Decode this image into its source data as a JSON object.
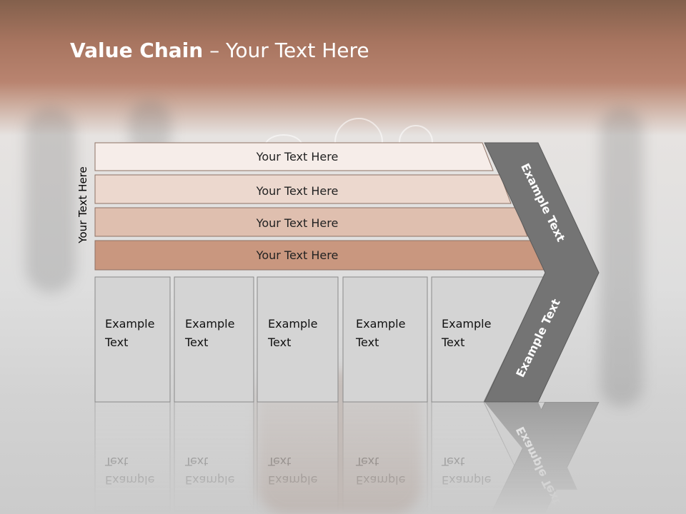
{
  "title": {
    "bold": "Value Chain",
    "light": " – Your Text Here"
  },
  "side_label": "Your Text Here",
  "bars": [
    "Your Text Here",
    "Your Text Here",
    "Your Text Here",
    "Your Text Here"
  ],
  "columns": [
    {
      "line1": "Example",
      "line2": "Text"
    },
    {
      "line1": "Example",
      "line2": "Text"
    },
    {
      "line1": "Example",
      "line2": "Text"
    },
    {
      "line1": "Example",
      "line2": "Text"
    },
    {
      "line1": "Example",
      "line2": "Text"
    }
  ],
  "chevron": {
    "top": "Example Text",
    "bottom": "Example Text"
  },
  "colors": {
    "header_brown": "#b98470",
    "bar_1": "#f6ede9",
    "bar_2": "#ecd8ce",
    "bar_3": "#dfbfaf",
    "bar_4": "#c9977f",
    "column_fill": "#d4d4d4",
    "chevron_fill": "#747474"
  }
}
